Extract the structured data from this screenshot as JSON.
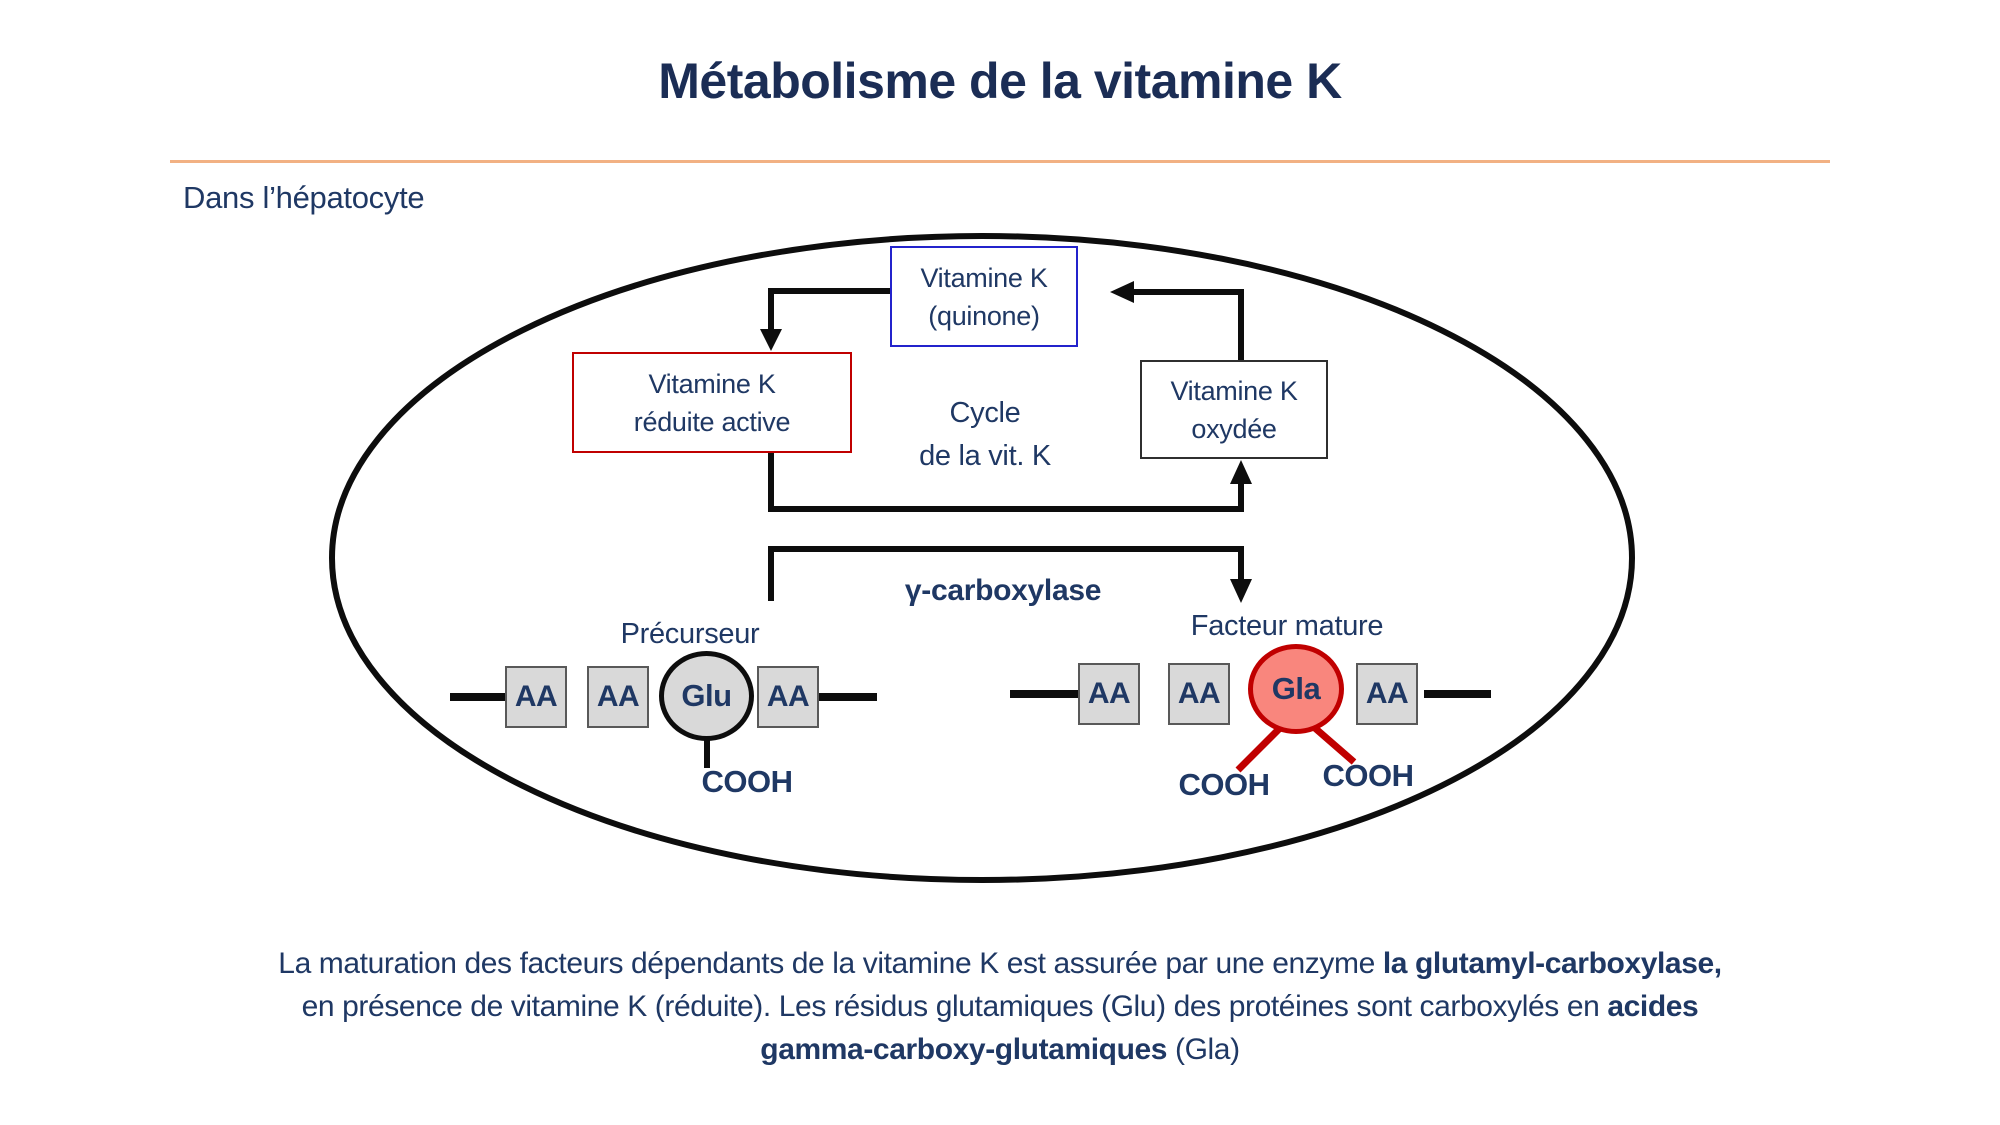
{
  "title": "Métabolisme de la vitamine K",
  "context_label": "Dans l’hépatocyte",
  "cycle": {
    "quinone_box": {
      "line1": "Vitamine K",
      "line2": "(quinone)"
    },
    "reduced_box": {
      "line1": "Vitamine K",
      "line2": "réduite active"
    },
    "oxidized_box": {
      "line1": "Vitamine K",
      "line2": "oxydée"
    },
    "cycle_label": {
      "line1": "Cycle",
      "line2": "de la vit. K"
    },
    "enzyme_label": "γ-carboxylase"
  },
  "precursor": {
    "label": "Précurseur",
    "residues": [
      "AA",
      "AA",
      "Glu",
      "AA"
    ],
    "cooh": "COOH"
  },
  "mature": {
    "label": "Facteur mature",
    "residues": [
      "AA",
      "AA",
      "Gla",
      "AA"
    ],
    "cooh_left": "COOH",
    "cooh_right": "COOH"
  },
  "caption": {
    "l1_normal": "La maturation des facteurs dépendants de la vitamine K est assurée par une enzyme ",
    "l1_bold": "la glutamyl-carboxylase,",
    "l2_normal": "en présence de vitamine K (réduite). Les résidus glutamiques (Glu) des protéines sont carboxylés en ",
    "l2_bold": "acides",
    "l3_bold": "gamma-carboxy-glutamiques",
    "l3_normal": " (Gla)"
  },
  "colors": {
    "navy_text": "#1F3864",
    "title_navy": "#1B2D55",
    "accent_orange": "#F2B183",
    "quinone_border_blue": "#2323CC",
    "red_accent": "#C00000",
    "residue_gray_fill": "#D9D9D9",
    "gla_fill": "#F9867D",
    "line_black": "#0D0D0D"
  }
}
